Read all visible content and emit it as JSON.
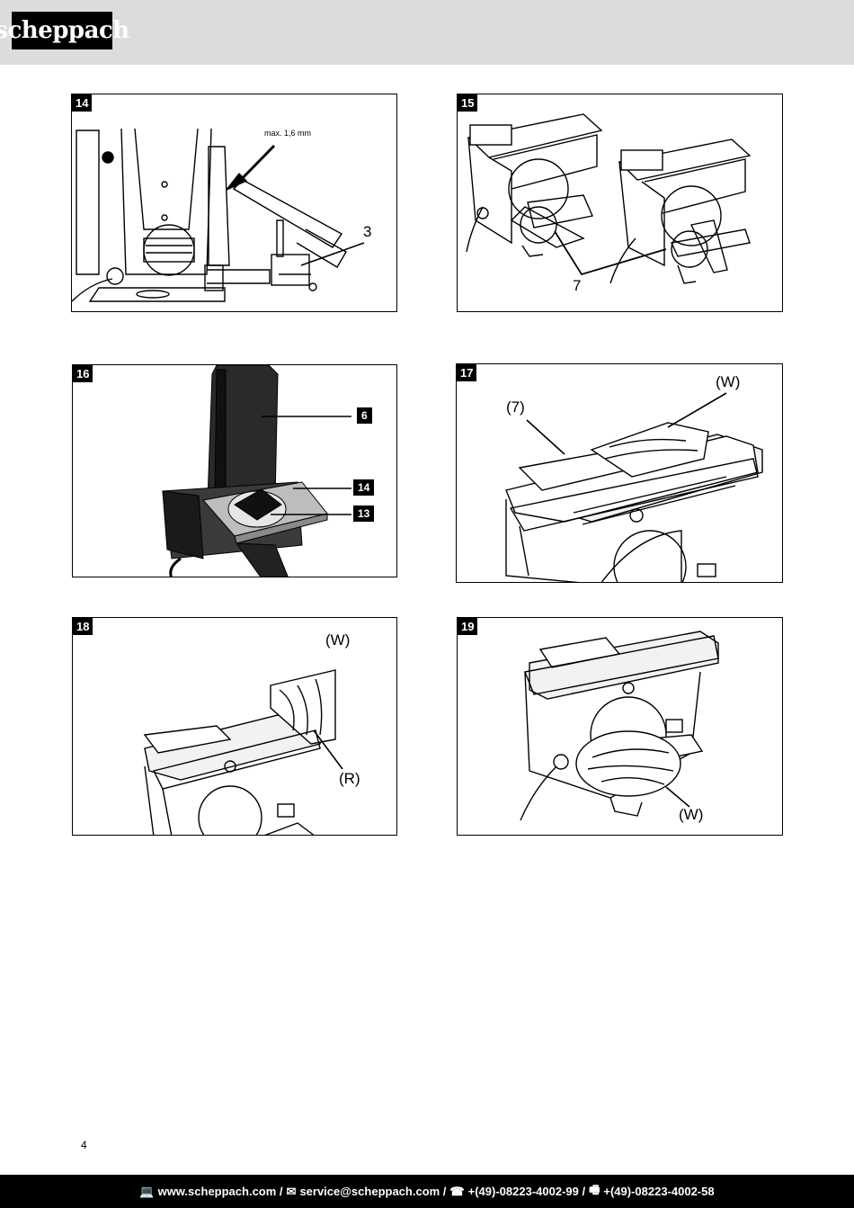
{
  "header": {
    "brand": "scheppach"
  },
  "figures": [
    {
      "number": "14",
      "note": "max. 1,6 mm",
      "callouts": [
        "3"
      ]
    },
    {
      "number": "15",
      "callouts": [
        "7"
      ]
    },
    {
      "number": "16",
      "callouts": [
        "6",
        "14",
        "13"
      ]
    },
    {
      "number": "17",
      "callouts": [
        "(W)",
        "(7)"
      ]
    },
    {
      "number": "18",
      "callouts": [
        "(W)",
        "(R)"
      ]
    },
    {
      "number": "19",
      "callouts": [
        "(W)"
      ]
    }
  ],
  "page_number": "4",
  "footer": {
    "website": "www.scheppach.com /",
    "email": "service@scheppach.com /",
    "phone": "+(49)-08223-4002-99 /",
    "fax": "+(49)-08223-4002-58",
    "icons": [
      "computer-icon",
      "mail-icon",
      "phone-icon",
      "fax-icon"
    ]
  }
}
